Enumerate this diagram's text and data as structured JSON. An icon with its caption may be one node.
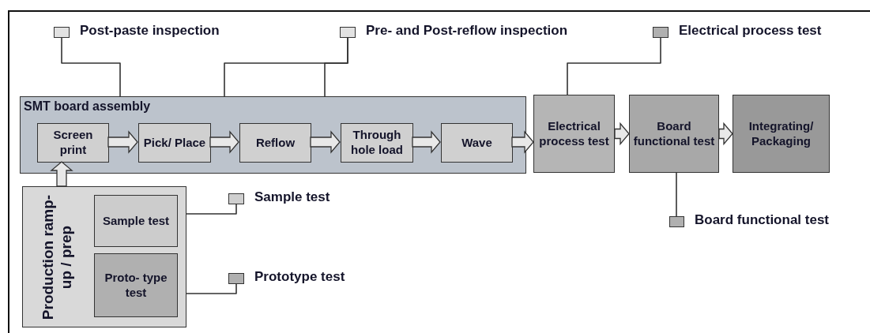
{
  "diagram": {
    "nodes": [
      {
        "text": [
          "SMT board assembly"
        ]
      },
      {
        "text": [
          "Screen print"
        ],
        "in": 0
      },
      {
        "text": [
          "Pick/ Place"
        ],
        "in": 0
      },
      {
        "text": [
          "Reflow"
        ],
        "in": 0
      },
      {
        "text": [
          "Through hole load"
        ],
        "in": 0
      },
      {
        "text": [
          "Wave"
        ],
        "in": 0
      },
      {
        "text": [
          "Electrical process test"
        ]
      },
      {
        "text": [
          "Board functional test"
        ]
      },
      {
        "text": [
          "Integrating/ Packaging"
        ]
      },
      {
        "text": [
          "Production ramp-up / prep"
        ]
      },
      {
        "text": [
          "Sample test"
        ],
        "in": 9
      },
      {
        "text": [
          "Proto- type test"
        ],
        "in": 9
      },
      {
        "text": [],
        "shape": "box",
        "beside": [
          "Post-paste inspection"
        ]
      },
      {
        "text": [],
        "shape": "box",
        "beside": [
          "Pre- and Post-reflow inspection"
        ]
      },
      {
        "text": [],
        "shape": "box",
        "beside": [
          "Electrical process test"
        ]
      },
      {
        "text": [],
        "shape": "box",
        "beside": [
          "Sample test"
        ]
      },
      {
        "text": [],
        "shape": "box",
        "beside": [
          "Prototype test"
        ]
      },
      {
        "text": [],
        "shape": "box",
        "beside": [
          "Board functional test"
        ]
      }
    ],
    "edges": [
      {
        "from": 1,
        "to": 2,
        "arrow": "to",
        "style": "thick"
      },
      {
        "from": 2,
        "to": 3,
        "arrow": "to",
        "style": "thick"
      },
      {
        "from": 3,
        "to": 4,
        "arrow": "to",
        "style": "thick"
      },
      {
        "from": 4,
        "to": 5,
        "arrow": "to",
        "style": "thick"
      },
      {
        "from": 5,
        "to": 6,
        "arrow": "to",
        "style": "thick"
      },
      {
        "from": 6,
        "to": 7,
        "arrow": "to",
        "style": "thick"
      },
      {
        "from": 7,
        "to": 8,
        "arrow": "to",
        "style": "thick"
      },
      {
        "from": 9,
        "to": 1,
        "arrow": "to",
        "style": "thick"
      },
      {
        "from": 12,
        "to": null,
        "arrow": "none"
      },
      {
        "from": 13,
        "to": null,
        "arrow": "none"
      },
      {
        "from": 13,
        "to": null,
        "arrow": "none"
      },
      {
        "from": 14,
        "to": 6,
        "arrow": "none"
      },
      {
        "from": 15,
        "to": 10,
        "arrow": "none"
      },
      {
        "from": 16,
        "to": 11,
        "arrow": "none"
      },
      {
        "from": 17,
        "to": 7,
        "arrow": "none"
      }
    ]
  }
}
